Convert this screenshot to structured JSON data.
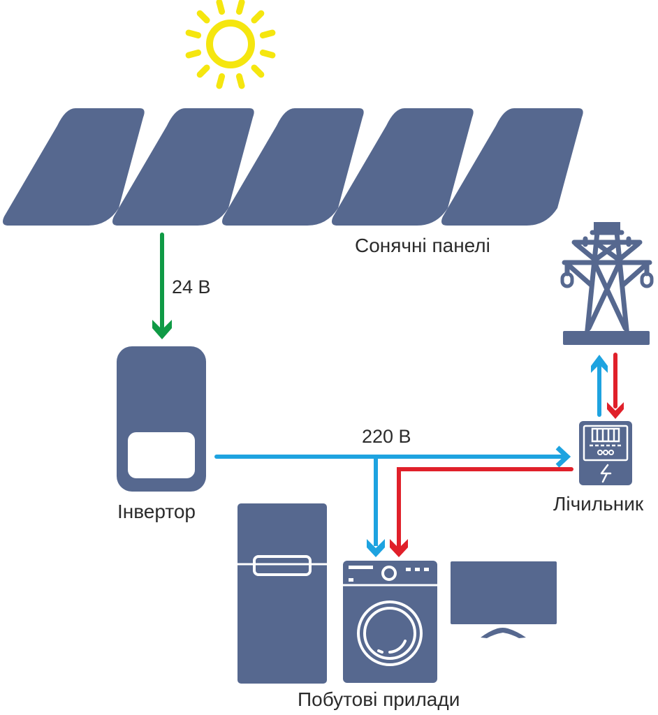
{
  "diagram": {
    "title": "Solar power system scheme",
    "colors": {
      "device": "#56688f",
      "sun": "#f5e60f",
      "dc_line": "#0f9a45",
      "ac_line_out": "#1ea3e0",
      "ac_line_in": "#e0202a",
      "text": "#2b2b2b",
      "background": "#ffffff"
    },
    "nodes": {
      "sun": {
        "icon": "sun-icon"
      },
      "solar_panels": {
        "label": "Сонячні панелі",
        "icon": "solar-panel-icon",
        "count": 5
      },
      "inverter": {
        "label": "Інвертор",
        "icon": "inverter-icon"
      },
      "grid": {
        "icon": "power-tower-icon"
      },
      "meter": {
        "label": "Лічильник",
        "icon": "electric-meter-icon"
      },
      "appliances": {
        "label": "Побутові прилади",
        "items": [
          "refrigerator",
          "washing-machine",
          "tv"
        ]
      }
    },
    "edges": [
      {
        "from": "solar_panels",
        "to": "inverter",
        "label": "24 В",
        "color": "dc_line"
      },
      {
        "from": "inverter",
        "to": "meter",
        "label": "220 В",
        "color": "ac_line_out"
      },
      {
        "from": "inverter",
        "to": "appliances",
        "label": "",
        "color": "ac_line_out"
      },
      {
        "from": "meter",
        "to": "appliances",
        "label": "",
        "color": "ac_line_in"
      },
      {
        "from": "meter",
        "to": "grid",
        "label": "",
        "color": "ac_line_out"
      },
      {
        "from": "grid",
        "to": "meter",
        "label": "",
        "color": "ac_line_in"
      }
    ]
  }
}
